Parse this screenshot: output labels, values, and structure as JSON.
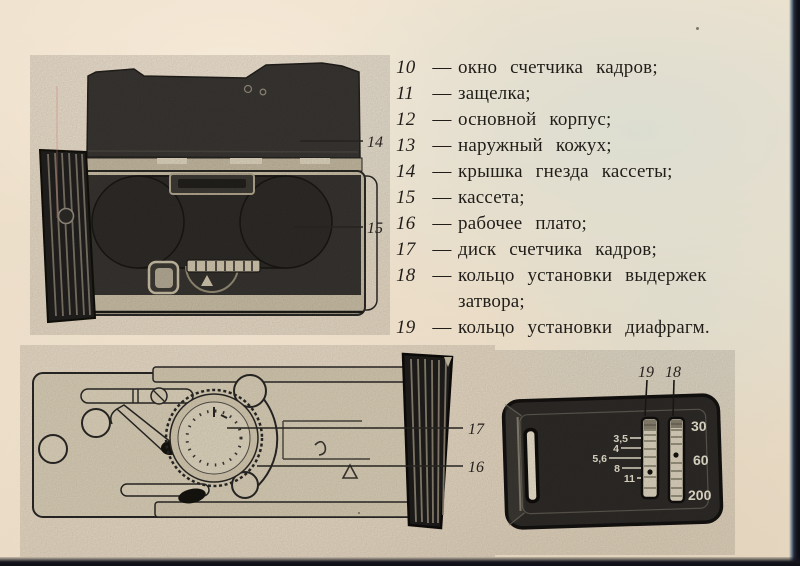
{
  "page": {
    "description": "Scanned camera manual page with parts list 10-19 and three diagrams",
    "paper_color": "#ecdfca",
    "edge_color": "#15151d",
    "ink_color": "#211e1a"
  },
  "parts_list": {
    "dash": "—",
    "items": [
      {
        "num": "10",
        "text": "окно счетчика кадров;"
      },
      {
        "num": "11",
        "text": "защелка;"
      },
      {
        "num": "12",
        "text": "основной корпус;"
      },
      {
        "num": "13",
        "text": "наружный кожух;"
      },
      {
        "num": "14",
        "text": "крышка гнезда кассеты;"
      },
      {
        "num": "15",
        "text": "кассета;"
      },
      {
        "num": "16",
        "text": "рабочее плато;"
      },
      {
        "num": "17",
        "text": "диск счетчика кадров;"
      },
      {
        "num": "18",
        "text": "кольцо установки выдержек",
        "text2": "затвора;"
      },
      {
        "num": "19",
        "text": "кольцо установки диафрагм."
      }
    ]
  },
  "figure_camera_back": {
    "callout_14": "14",
    "callout_15": "15"
  },
  "figure_working_plate": {
    "callout_17": "17",
    "callout_16": "16"
  },
  "figure_control_panel": {
    "callout_19": "19",
    "callout_18": "18",
    "aperture_scale": {
      "f35": "3,5",
      "f4": "4",
      "f56": "5,6",
      "f8": "8",
      "f11": "11"
    },
    "shutter_scale": {
      "s30": "30",
      "s60": "60",
      "s200": "200"
    }
  }
}
